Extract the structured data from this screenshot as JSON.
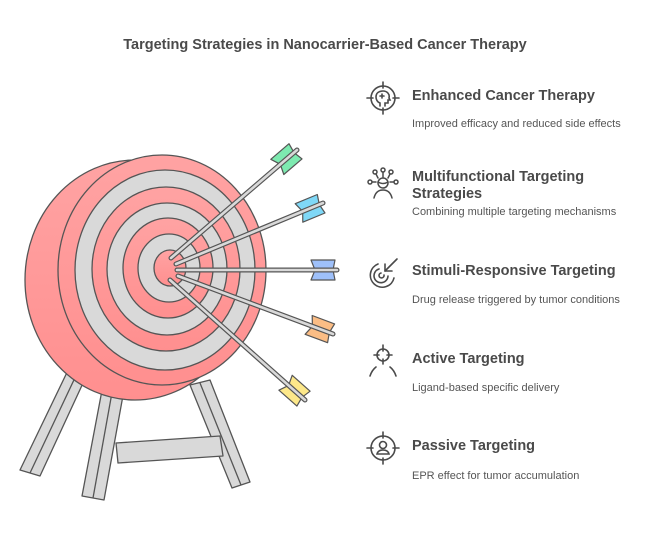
{
  "title": "Targeting Strategies in Nanocarrier-Based Cancer Therapy",
  "colors": {
    "target_red": "#ff9e9e",
    "target_gray": "#d9d9d9",
    "outline": "#555555",
    "arrow_green": "#7deab0",
    "arrow_cyan": "#7fd8f7",
    "arrow_blue": "#9ec0fa",
    "arrow_orange": "#fbbd85",
    "arrow_yellow": "#fde88a"
  },
  "items": [
    {
      "heading": "Enhanced Cancer Therapy",
      "description": "Improved efficacy and reduced side effects",
      "icon": "target-head-icon"
    },
    {
      "heading": "Multifunctional Targeting Strategies",
      "description": "Combining multiple targeting mechanisms",
      "icon": "multi-connection-person-icon"
    },
    {
      "heading": "Stimuli-Responsive Targeting",
      "description": "Drug release triggered by tumor conditions",
      "icon": "arrow-into-target-icon"
    },
    {
      "heading": "Active Targeting",
      "description": "Ligand-based specific delivery",
      "icon": "crosshair-person-icon"
    },
    {
      "heading": "Passive Targeting",
      "description": "EPR effect for tumor accumulation",
      "icon": "target-user-icon"
    }
  ],
  "arrows": [
    {
      "name": "arrow-green",
      "color": "#7deab0"
    },
    {
      "name": "arrow-cyan",
      "color": "#7fd8f7"
    },
    {
      "name": "arrow-blue",
      "color": "#9ec0fa"
    },
    {
      "name": "arrow-orange",
      "color": "#fbbd85"
    },
    {
      "name": "arrow-yellow",
      "color": "#fde88a"
    }
  ]
}
